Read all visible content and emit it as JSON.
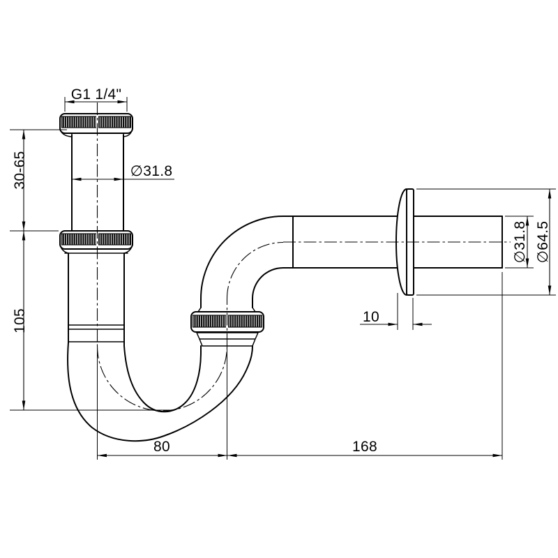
{
  "drawing": {
    "background": "#ffffff",
    "line_color": "#000000",
    "labels": {
      "thread_size": "G1 1/4\"",
      "inlet_diameter": "∅31.8",
      "inlet_adjustment": "30-65",
      "trap_depth": "105",
      "trap_width": "80",
      "outlet_length": "168",
      "flange_thickness": "10",
      "outlet_diameter": "∅31.8",
      "flange_diameter": "∅64.5"
    }
  }
}
